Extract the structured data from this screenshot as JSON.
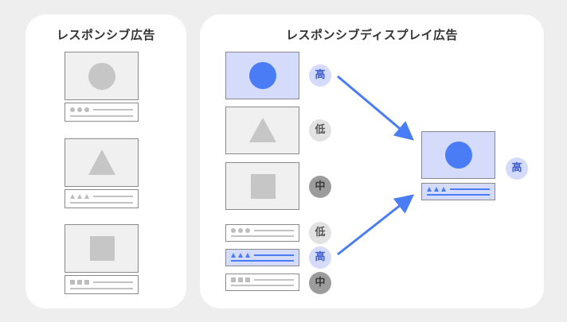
{
  "left_panel": {
    "title": "レスポンシブ広告"
  },
  "right_panel": {
    "title": "レスポンシブディスプレイ広告"
  },
  "badges": {
    "high": "高",
    "low": "低",
    "mid": "中"
  },
  "colors": {
    "accent_blue": "#4a7cf5",
    "highlight_fill": "#d4dbfb",
    "gray_shape": "#c6c6c6",
    "background": "#eeeeee"
  }
}
